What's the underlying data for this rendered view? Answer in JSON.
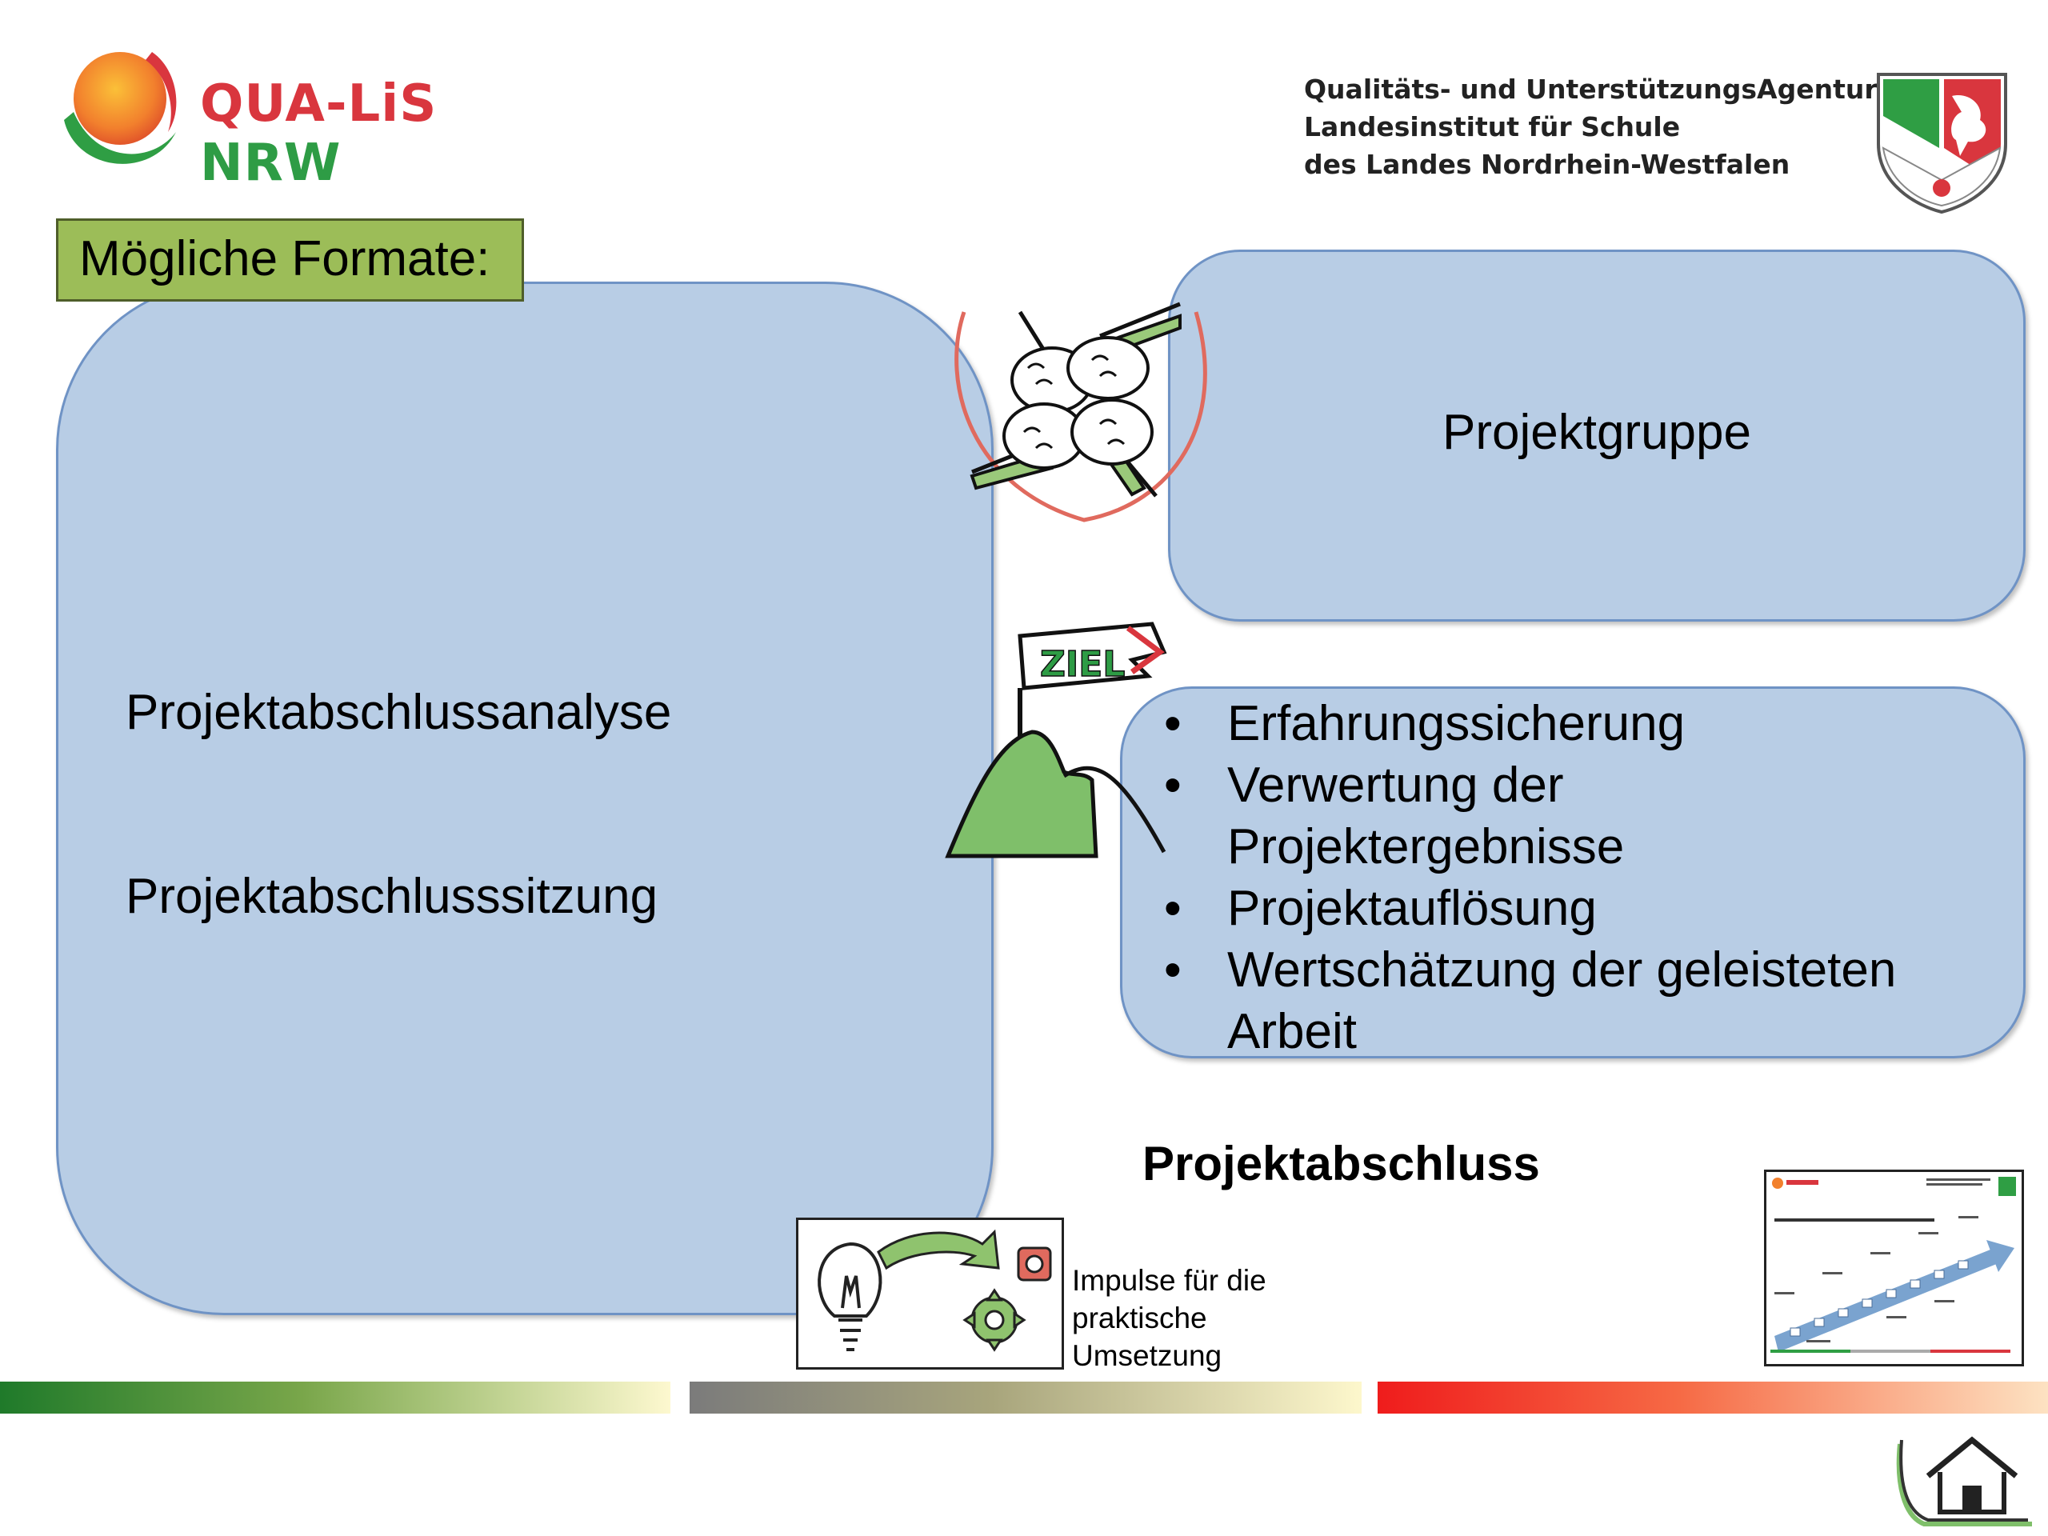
{
  "header": {
    "logo": {
      "part1": "QUA-LiS",
      "part2": "NRW"
    },
    "agency_lines": [
      "Qualitäts- und UnterstützungsAgentur –",
      "Landesinstitut für Schule",
      "des Landes Nordrhein-Westfalen"
    ]
  },
  "formats_label": "Mögliche Formate:",
  "left_panel": {
    "items": [
      "Projektabschlussanalyse",
      "Projektabschlusssitzung"
    ]
  },
  "top_right_panel": {
    "title": "Projektgruppe"
  },
  "bottom_right_panel": {
    "bullet_symbol": "•",
    "bullets": [
      "Erfahrungssicherung",
      "Verwertung der\nProjektergebnisse",
      "Projektauflösung",
      "Wertschätzung der geleisteten\nArbeit"
    ]
  },
  "illustrations": {
    "flag_text": "ZIEL"
  },
  "section_title": "Projektabschluss",
  "impulse": {
    "text": "Impulse für die\npraktische\nUmsetzung"
  },
  "colors": {
    "panel_fill": "#b8cde5",
    "panel_border": "#6f93c5",
    "label_fill": "#9cbd58",
    "logo_red": "#d9363e",
    "logo_green": "#2e9c45"
  },
  "icons": [
    "hands-teamwork-icon",
    "mountain-goal-flag-icon",
    "idea-gears-icon",
    "home-icon",
    "nrw-crest-icon"
  ]
}
